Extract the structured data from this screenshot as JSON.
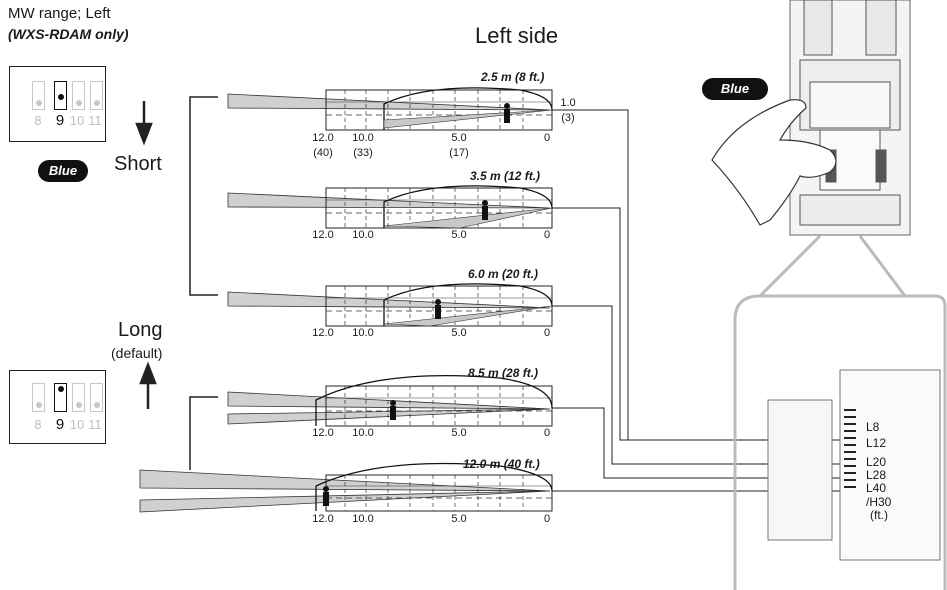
{
  "header": {
    "mw_range": "MW range; Left",
    "model": "(WXS-RDAM only)",
    "side": "Left side"
  },
  "labels": {
    "short": "Short",
    "long": "Long",
    "default": "(default)",
    "blue": "Blue",
    "blue_hand": "Blue"
  },
  "dip_switch": {
    "numbers": [
      "8",
      "9",
      "10",
      "11"
    ],
    "active": "9"
  },
  "ranges": [
    {
      "label": "2.5 m (8 ft.)"
    },
    {
      "label": "3.5 m (12 ft.)"
    },
    {
      "label": "6.0 m (20 ft.)"
    },
    {
      "label": "8.5 m (28 ft.)"
    },
    {
      "label": "12.0 m (40 ft.)"
    }
  ],
  "axis": {
    "ticks": [
      "12.0",
      "10.0",
      "5.0",
      "0"
    ],
    "ticks_ft": [
      "(40)",
      "(33)",
      "(17)"
    ],
    "height_m": "1.0",
    "height_ft": "(3)"
  },
  "positions": {
    "items": [
      "L8",
      "L12",
      "L20",
      "L28",
      "L40",
      "/H30",
      "(ft.)"
    ]
  },
  "colors": {
    "ink": "#1a1a1a",
    "shade": "#d0d0d0",
    "outline": "#c8c8c8",
    "pill": "#111111"
  }
}
